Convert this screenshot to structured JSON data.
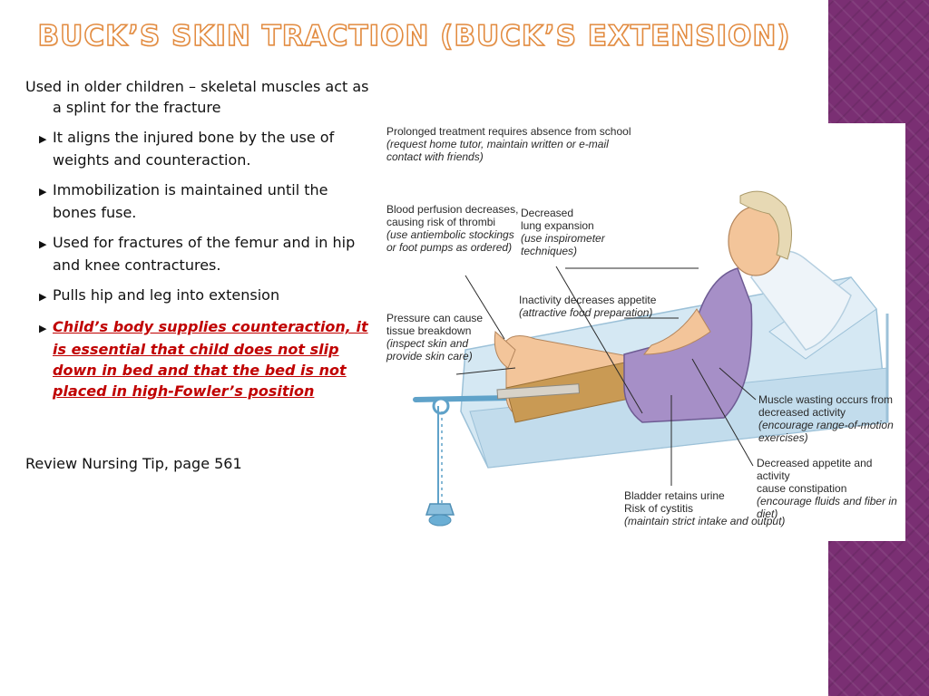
{
  "slide": {
    "title": "BUCK’S SKIN TRACTION (BUCK’S EXTENSION)",
    "intro": "Used in older children – skeletal muscles act as a splint for the fracture",
    "bullets": [
      "It aligns the injured bone by the use of weights and counteraction.",
      "Immobilization is maintained until the bones fuse.",
      "Used for fractures of the femur and in hip and knee contractures.",
      "Pulls hip and leg into extension"
    ],
    "highlight_bullet": "Child’s body supplies counteraction, it is essential that child does not slip down in bed and that the bed is not placed in high-Fowler’s position",
    "review": "Review Nursing Tip, page 561",
    "bullet_glyph": "▶"
  },
  "figure": {
    "labels": {
      "school": "Prolonged treatment requires absence from school",
      "school_note": "(request home tutor, maintain written or e-mail\ncontact with friends)",
      "blood": "Blood perfusion decreases,\ncausing risk of thrombi",
      "blood_note": "(use antiembolic stockings\nor foot pumps as ordered)",
      "lung": "Decreased\nlung expansion",
      "lung_note": "(use inspirometer\ntechniques)",
      "appetite": "Inactivity decreases appetite",
      "appetite_note": "(attractive food preparation)",
      "pressure": "Pressure can cause\ntissue breakdown",
      "pressure_note": "(inspect skin and\nprovide skin care)",
      "muscle": "Muscle wasting occurs from\ndecreased activity",
      "muscle_note": "(encourage range-of-motion exercises)",
      "constipation": "Decreased appetite and activity\ncause constipation",
      "constipation_note": "(encourage fluids and fiber in diet)",
      "bladder": "Bladder retains urine\nRisk of cystitis",
      "bladder_note": "(maintain strict intake and output)"
    }
  },
  "colors": {
    "title_outline": "#e28a3e",
    "highlight": "#c00000",
    "side_band": "#7a2f73",
    "gown": "#a68fc7",
    "bed": "#d5e8f3",
    "bandage": "#c99a54"
  }
}
